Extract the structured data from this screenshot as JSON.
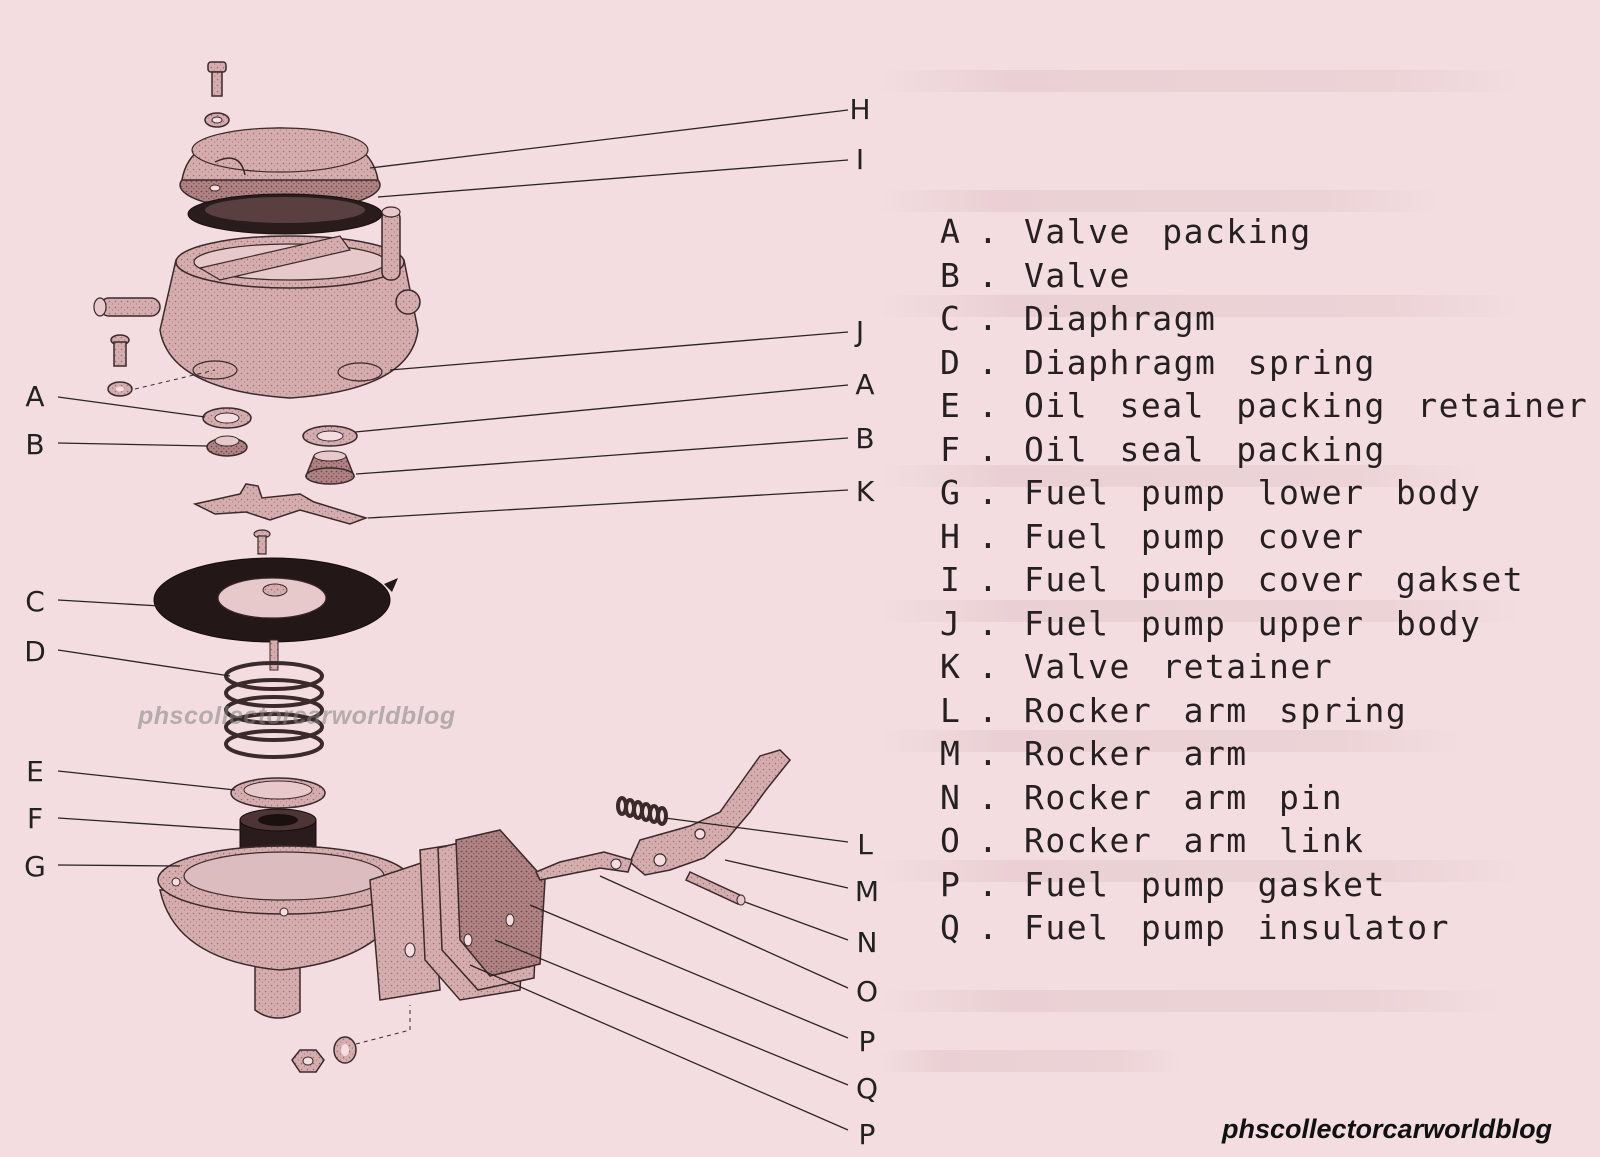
{
  "callouts": [
    {
      "id": "H",
      "label": "H"
    },
    {
      "id": "I",
      "label": "I"
    },
    {
      "id": "J",
      "label": "J"
    },
    {
      "id": "A-left",
      "label": "A"
    },
    {
      "id": "A-right",
      "label": "A"
    },
    {
      "id": "B-left",
      "label": "B"
    },
    {
      "id": "B-right",
      "label": "B"
    },
    {
      "id": "K",
      "label": "K"
    },
    {
      "id": "C",
      "label": "C"
    },
    {
      "id": "D",
      "label": "D"
    },
    {
      "id": "E",
      "label": "E"
    },
    {
      "id": "F",
      "label": "F"
    },
    {
      "id": "G",
      "label": "G"
    },
    {
      "id": "L",
      "label": "L"
    },
    {
      "id": "M",
      "label": "M"
    },
    {
      "id": "N",
      "label": "N"
    },
    {
      "id": "O",
      "label": "O"
    },
    {
      "id": "P-upper",
      "label": "P"
    },
    {
      "id": "Q",
      "label": "Q"
    },
    {
      "id": "P-lower",
      "label": "P"
    }
  ],
  "legend": [
    {
      "letter": "A",
      "text": "Valve packing"
    },
    {
      "letter": "B",
      "text": "Valve"
    },
    {
      "letter": "C",
      "text": "Diaphragm"
    },
    {
      "letter": "D",
      "text": "Diaphragm spring"
    },
    {
      "letter": "E",
      "text": "Oil seal packing retainer"
    },
    {
      "letter": "F",
      "text": "Oil seal packing"
    },
    {
      "letter": "G",
      "text": "Fuel pump lower body"
    },
    {
      "letter": "H",
      "text": "Fuel pump cover"
    },
    {
      "letter": "I",
      "text": "Fuel pump cover gakset"
    },
    {
      "letter": "J",
      "text": "Fuel pump upper body"
    },
    {
      "letter": "K",
      "text": "Valve retainer"
    },
    {
      "letter": "L",
      "text": "Rocker arm spring"
    },
    {
      "letter": "M",
      "text": "Rocker arm"
    },
    {
      "letter": "N",
      "text": "Rocker arm pin"
    },
    {
      "letter": "O",
      "text": "Rocker arm link"
    },
    {
      "letter": "P",
      "text": "Fuel pump gasket"
    },
    {
      "letter": "Q",
      "text": "Fuel pump insulator"
    }
  ],
  "watermark": {
    "center": "phscollectorcarworldblog",
    "corner": "phscollectorcarworldblog"
  },
  "colors": {
    "paper": "#f3dde0",
    "part_fill": "#d9b2b3",
    "part_shade": "#b98d8f",
    "ink": "#2b2323"
  }
}
